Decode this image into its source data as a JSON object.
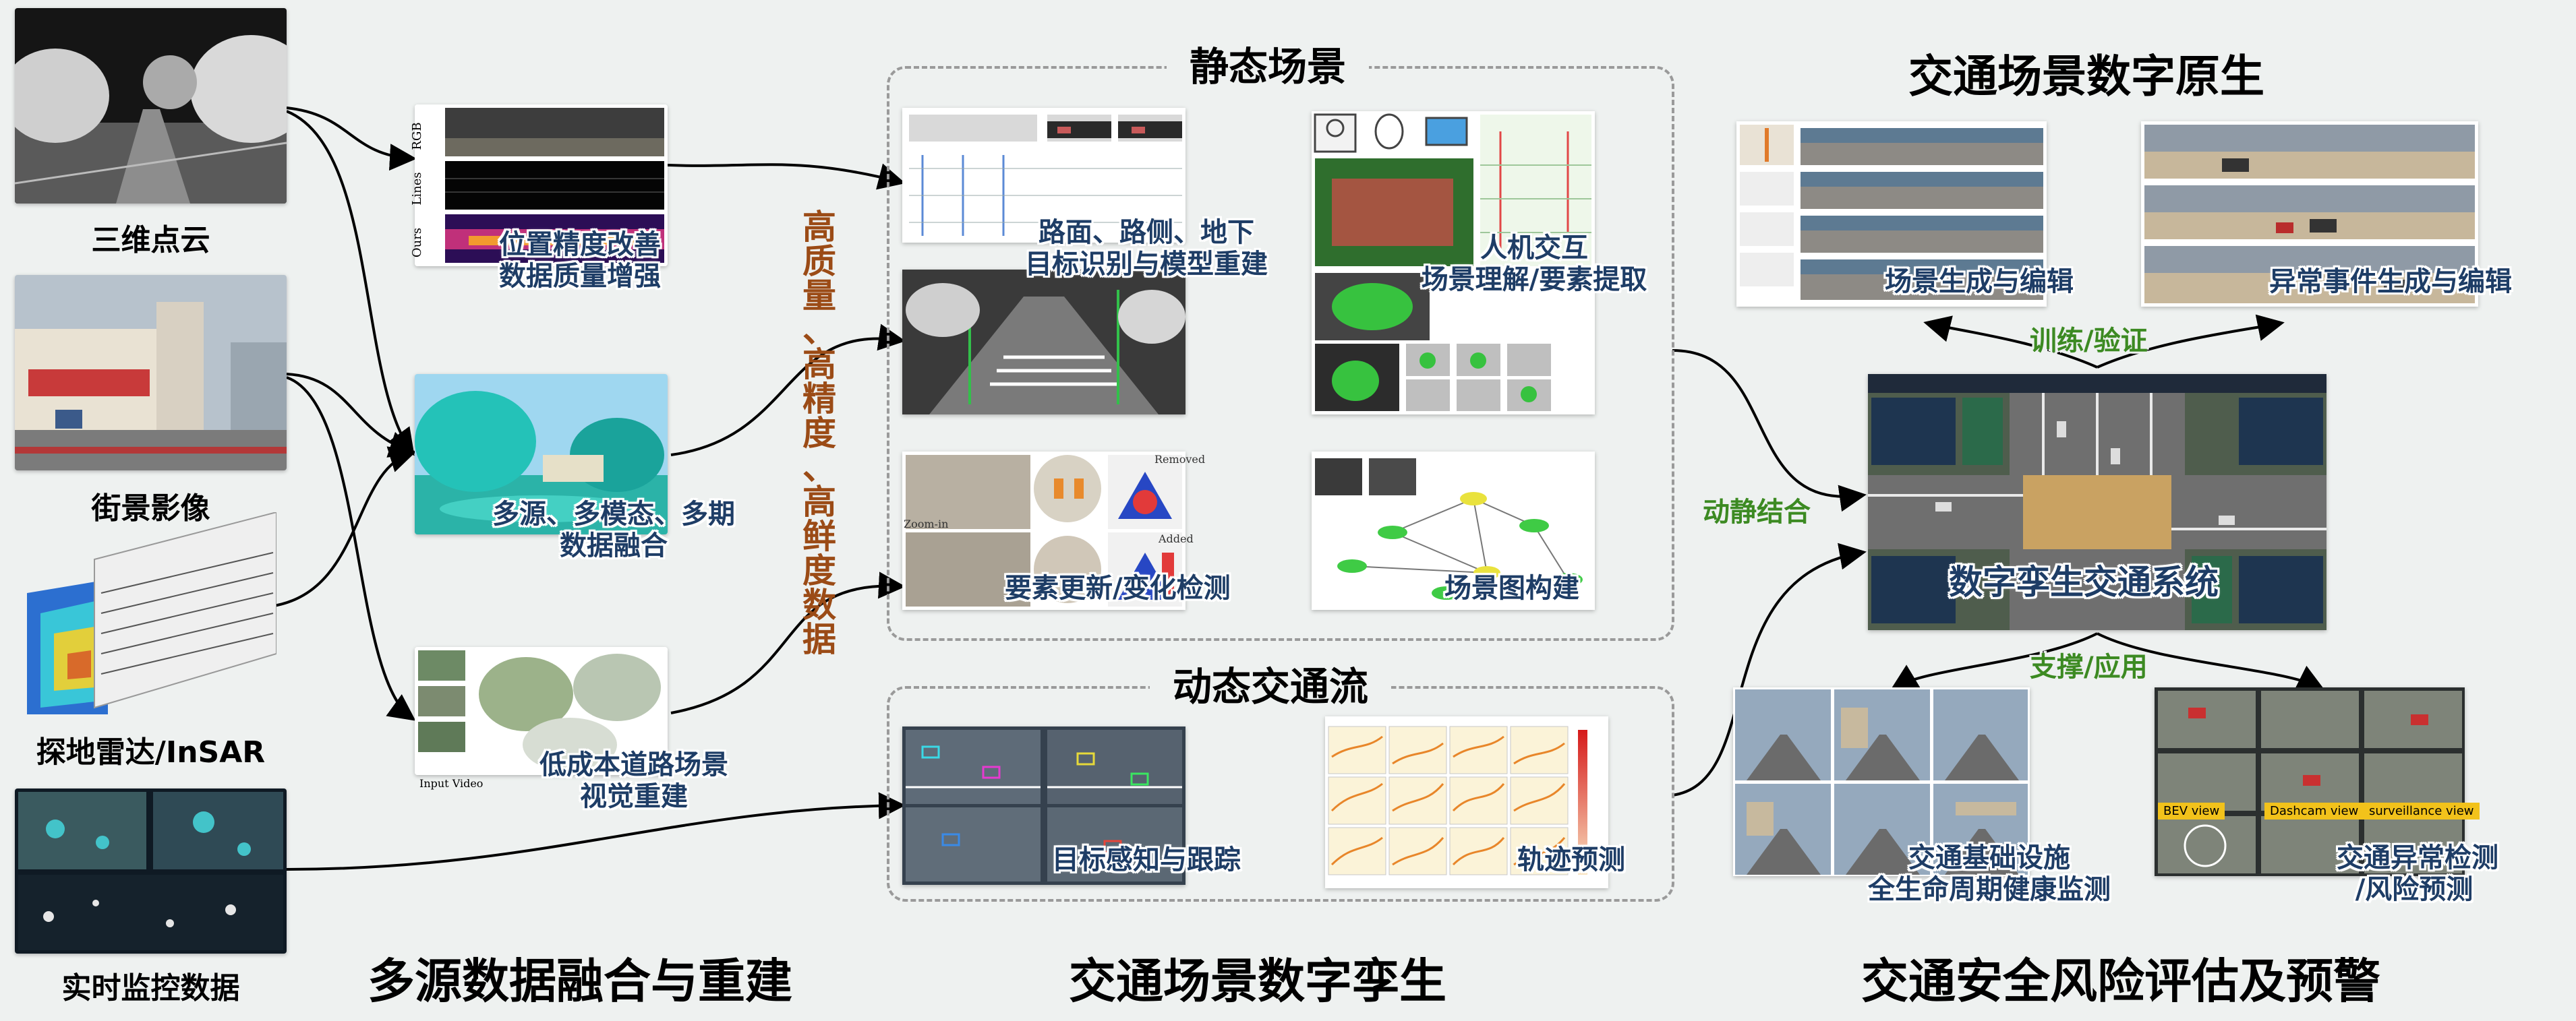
{
  "sources": {
    "point_cloud": "三维点云",
    "street_view": "街景影像",
    "radar": "探地雷达/InSAR",
    "monitor": "实时监控数据"
  },
  "fusion": {
    "rgb_tag": "RGB",
    "lines_tag": "Lines",
    "ours_tag": "Ours",
    "precision_label": [
      "位置精度改善",
      "数据质量增强"
    ],
    "multi_label": [
      "多源、多模态、多期",
      "数据融合"
    ],
    "lowcost_label": [
      "低成本道路场景",
      "视觉重建"
    ],
    "input_video_tag": "Input Video",
    "section_title": "多源数据融合与重建"
  },
  "quality": [
    "高",
    "质",
    "量",
    "、",
    "高",
    "精",
    "度",
    "、",
    "高",
    "鲜",
    "度",
    "数",
    "据"
  ],
  "static": {
    "title": "静态场景",
    "road_label": [
      "路面、路侧、地下",
      "目标识别与模型重建"
    ],
    "hci_label": [
      "人机交互",
      "场景理解/要素提取"
    ],
    "update_label": "要素更新/变化检测",
    "graph_label": "场景图构建",
    "removed_tag": "Removed",
    "added_tag": "Added",
    "zoom_tag": "Zoom-in"
  },
  "dynamic": {
    "title": "动态交通流",
    "perception_label": "目标感知与跟踪",
    "trajectory_label": "轨迹预测"
  },
  "twin_section": "交通场景数字孪生",
  "native": {
    "title": "交通场景数字原生",
    "scene_gen_label": "场景生成与编辑",
    "anomaly_gen_label": "异常事件生成与编辑",
    "train_label": "训练/验证"
  },
  "combine_label": "动静结合",
  "system_label": "数字孪生交通系统",
  "support_label": "支撑/应用",
  "risk": {
    "infra_label": [
      "交通基础设施",
      "全生命周期健康监测"
    ],
    "anomaly_label": [
      "交通异常检测",
      "/风险预测"
    ],
    "bev_tag": "BEV view",
    "dashcam_tag": "Dashcam view",
    "surveil_tag": "surveillance view",
    "section_title": "交通安全风险评估及预警"
  },
  "colors": {
    "label_blue": "#1e3d66",
    "quality_brown": "#9b4b16",
    "green": "#3c8a22",
    "background": "#eef1f0"
  }
}
